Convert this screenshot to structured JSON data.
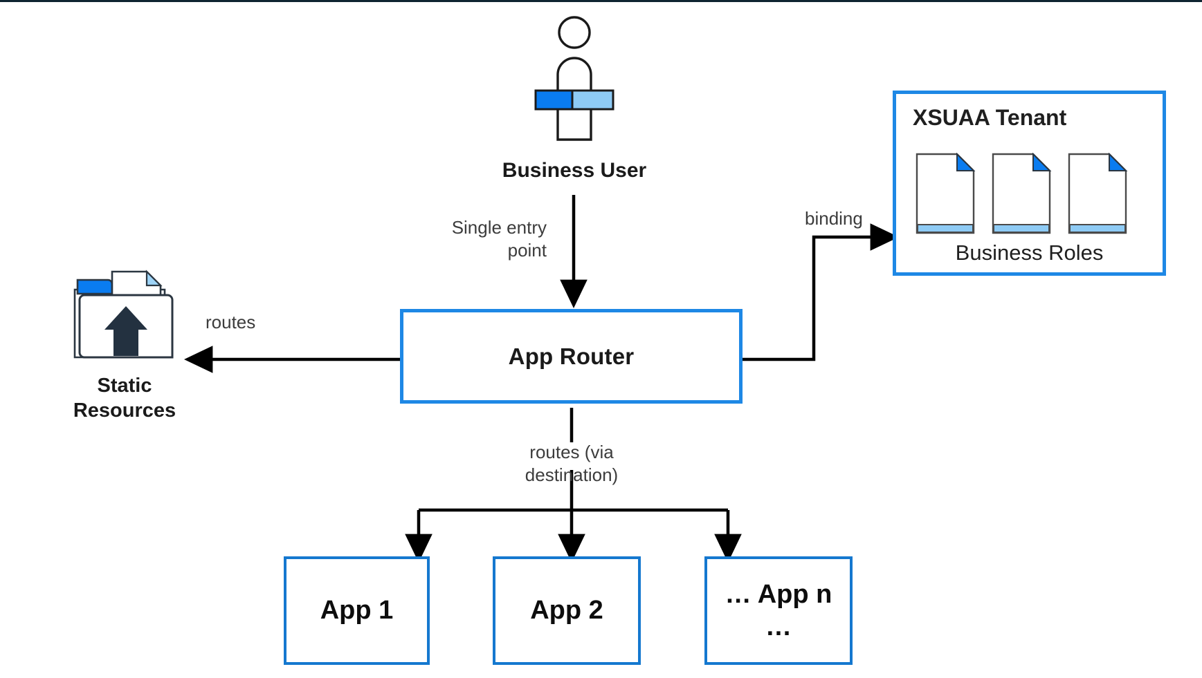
{
  "diagram": {
    "title": "SAP BTP App Router architecture",
    "background_color": "#ffffff",
    "accent_blue": "#1e88e5",
    "accent_blue_dark": "#0a7cf0",
    "accent_blue_light": "#8ecbf5",
    "line_color": "#000000",
    "text_color": "#3c3c3c"
  },
  "nodes": {
    "business_user": {
      "label": "Business User",
      "icon": "person-icon"
    },
    "static_resources": {
      "label": "Static\nResources",
      "icon": "folder-upload-icon"
    },
    "app_router": {
      "label": "App Router"
    },
    "xsuaa_tenant": {
      "heading": "XSUAA Tenant",
      "caption": "Business Roles",
      "documents": [
        {
          "icon": "document-icon"
        },
        {
          "icon": "document-icon"
        },
        {
          "icon": "document-icon"
        }
      ]
    },
    "apps": [
      {
        "label": "App 1"
      },
      {
        "label": "App 2"
      },
      {
        "label": "… App n\n…"
      }
    ]
  },
  "edges": [
    {
      "id": "user-to-router",
      "from": "business_user",
      "to": "app_router",
      "label": "Single entry\npoint",
      "label_align": "right"
    },
    {
      "id": "router-to-static",
      "from": "app_router",
      "to": "static_resources",
      "label": "routes",
      "label_align": "left"
    },
    {
      "id": "router-to-xsuaa",
      "from": "app_router",
      "to": "xsuaa_tenant",
      "label": "binding",
      "label_align": "left"
    },
    {
      "id": "router-to-apps",
      "from": "app_router",
      "to": "apps",
      "label": "routes (via\ndestination)",
      "label_align": "center"
    }
  ]
}
